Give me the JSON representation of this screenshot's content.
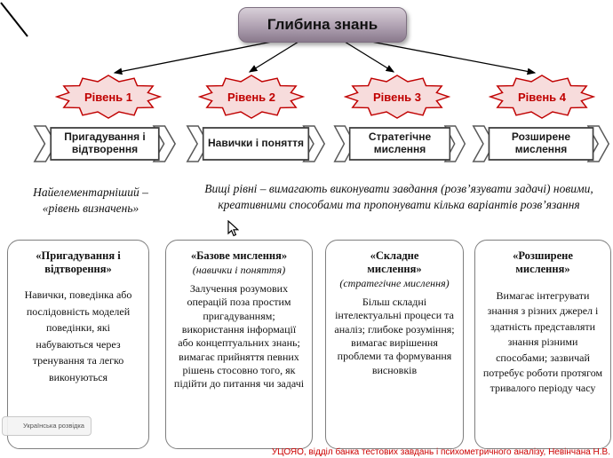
{
  "title": "Глибина знань",
  "levels": [
    {
      "badge": "Рівень 1",
      "banner": "Пригадування і відтворення"
    },
    {
      "badge": "Рівень 2",
      "banner": "Навички і поняття"
    },
    {
      "badge": "Рівень 3",
      "banner": "Стратегічне мислення"
    },
    {
      "badge": "Рівень 4",
      "banner": "Розширене мислення"
    }
  ],
  "notes": {
    "left": "Найелементарніший –\n«рівень визначень»",
    "right": "Вищі рівні – вимагають виконувати завдання (розв’язувати задачі) новими, креативними способами та пропонувати кілька варіантів розв’язання"
  },
  "cards": [
    {
      "heading": "«Пригадування і відтворення»",
      "body": "Навички, поведінка або послідовність моделей поведінки, які набуваються через тренування та легко виконуються"
    },
    {
      "heading": "«Базове мислення»",
      "subheading": "(навички і поняття)",
      "body": "Залучення розумових операцій поза простим пригадуванням; використання інформації або концептуальних знань; вимагає прийняття певних рішень стосовно того, як підійти до питання чи задачі"
    },
    {
      "heading": "«Складне мислення»",
      "subheading": "(стратегічне мислення)",
      "body": "Більш складні інтелектуальні процеси та аналіз; глибоке розуміння; вимагає вирішення проблеми та формування висновків"
    },
    {
      "heading": "«Розширене мислення»",
      "body": "Вимагає інтегрувати знання з різних джерел і здатність представляти знання різними способами; зазвичай потребує роботи протягом тривалого періоду часу"
    }
  ],
  "footer": "УЦОЯО, відділ банка тестових завдань і психометричного аналізу, Невінчана Н.В.",
  "watermark": "Українська розвідка",
  "colors": {
    "accent_red": "#c00000",
    "star_fill": "#f7dcdc",
    "star_stroke": "#c00000",
    "title_gradient_top": "#d8cfd8",
    "title_gradient_bottom": "#8a7a8d"
  }
}
